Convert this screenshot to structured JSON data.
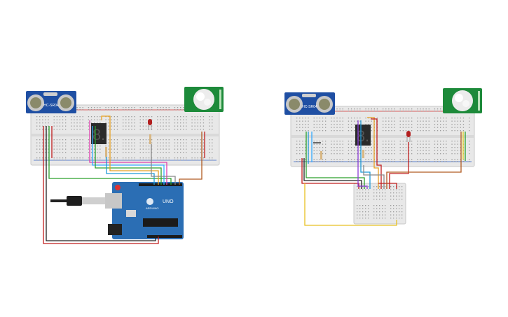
{
  "left_circuit": {
    "sensor_label": "HC-SR04",
    "board_brand": "UNO",
    "board_subbrand": "ARDUINO",
    "display_digit": "8."
  },
  "right_circuit": {
    "sensor_label": "HC-SR04",
    "display_digit": "8."
  },
  "colors": {
    "breadboard": "#e8e8e8",
    "hole": "#9a9a9a",
    "rail_red": "#d63030",
    "rail_blue": "#3060c8",
    "arduino": "#2b6eb4",
    "sensor": "#1f4fa3",
    "pir": "#1d8a3a",
    "display": "#2a2a2a",
    "led": "#b21e1e"
  }
}
